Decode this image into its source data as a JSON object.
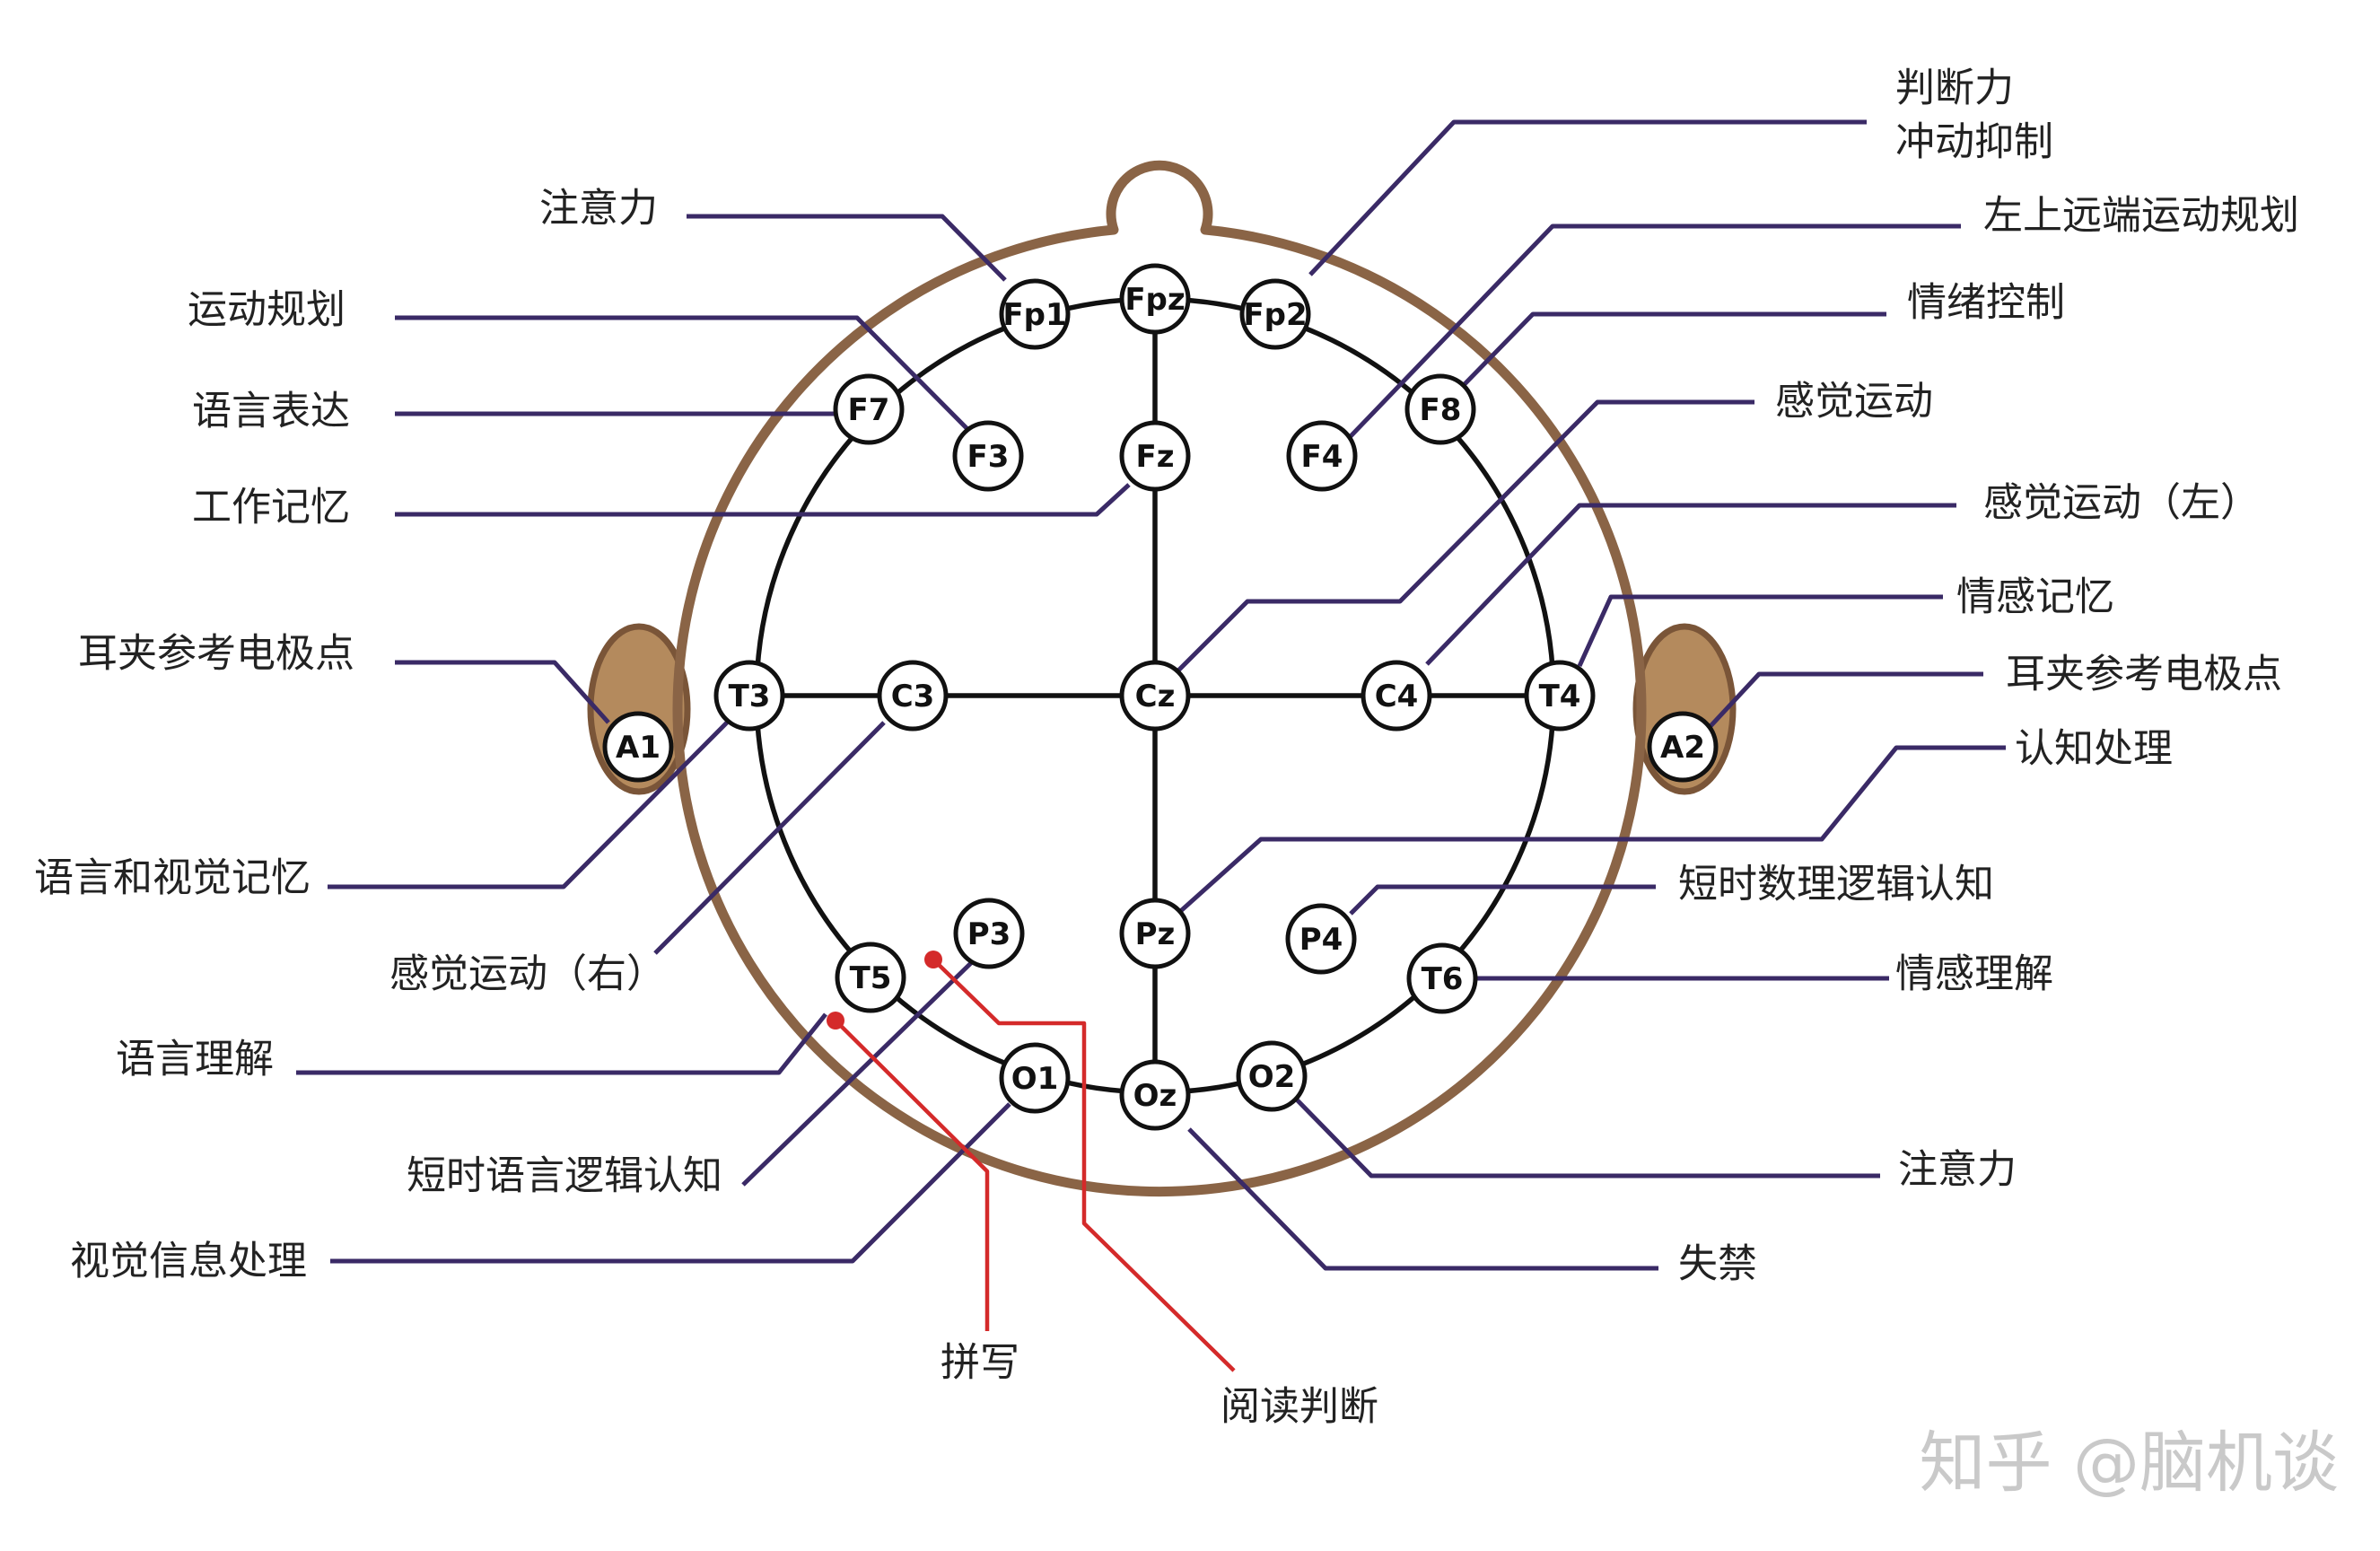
{
  "colors": {
    "head": "#8a6446",
    "ear_fill": "#b48a5d",
    "ear_stroke": "#7a5538",
    "inner": "#111111",
    "leader": "#3a2a66",
    "red": "#d42a2a",
    "electrode_fill": "#ffffff",
    "electrode_stroke": "#111111"
  },
  "electrodes": {
    "Fp1": "Fp1",
    "Fpz": "Fpz",
    "Fp2": "Fp2",
    "F7": "F7",
    "F3": "F3",
    "Fz": "Fz",
    "F4": "F4",
    "F8": "F8",
    "A1": "A1",
    "T3": "T3",
    "C3": "C3",
    "Cz": "Cz",
    "C4": "C4",
    "T4": "T4",
    "A2": "A2",
    "T5": "T5",
    "P3": "P3",
    "Pz": "Pz",
    "P4": "P4",
    "T6": "T6",
    "O1": "O1",
    "Oz": "Oz",
    "O2": "O2"
  },
  "functions": {
    "fp1": "注意力",
    "fp2_line1": "判断力",
    "fp2_line2": "冲动抑制",
    "f7": "语言表达",
    "f3": "运动规划",
    "fz": "工作记忆",
    "f4": "左上远端运动规划",
    "f8": "情绪控制",
    "cz": "感觉运动",
    "c4": "感觉运动（左）",
    "c3": "感觉运动（右）",
    "t4": "情感记忆",
    "a1": "耳夹参考电极点",
    "a2": "耳夹参考电极点",
    "t3": "语言和视觉记忆",
    "pz": "认知处理",
    "p4": "短时数理逻辑认知",
    "t6": "情感理解",
    "t5": "语言理解",
    "p3": "短时语言逻辑认知",
    "o1": "视觉信息处理",
    "o2": "注意力",
    "oz": "失禁",
    "spelling": "拼写",
    "reading": "阅读判断"
  },
  "watermark": "知乎 @脑机谈"
}
